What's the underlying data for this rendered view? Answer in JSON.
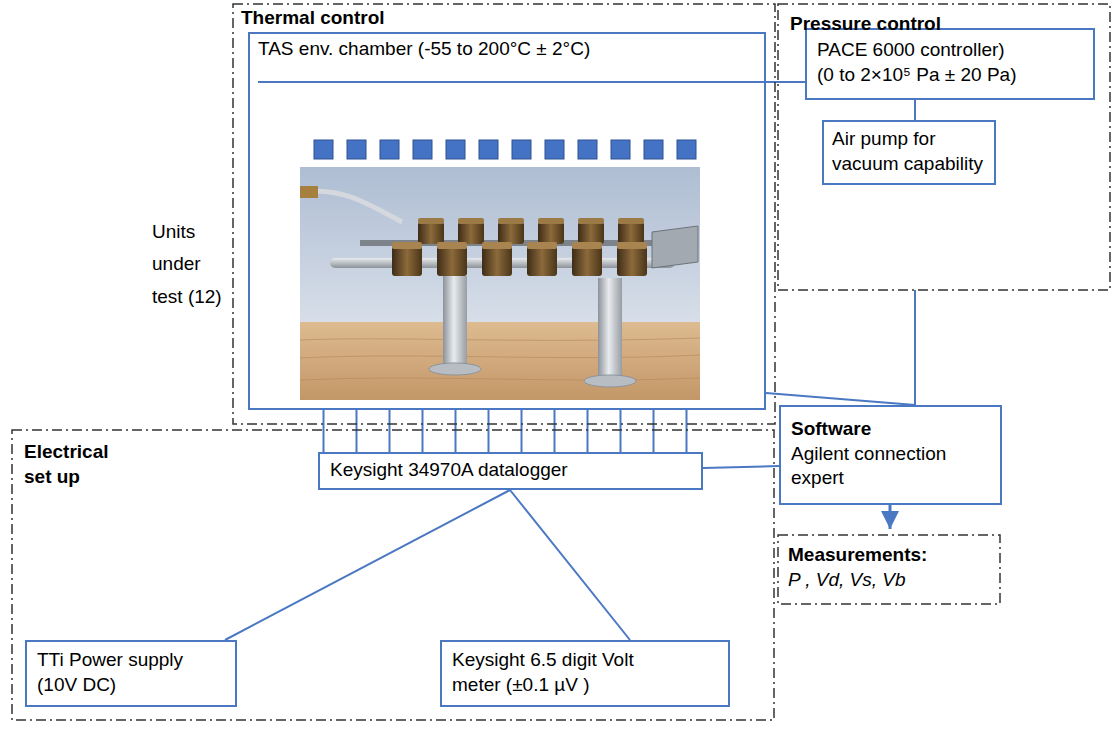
{
  "diagram": {
    "nodes": [
      {
        "text": [
          "Thermal control"
        ]
      },
      {
        "text": [
          "TAS env. chamber (-55 to 200°C ± 2°C)"
        ],
        "in": 0
      },
      {
        "text": [
          "Pressure control"
        ]
      },
      {
        "text": [
          "PACE 6000 controller) (0 to 2×10⁵ Pa ± 20 Pa)"
        ],
        "in": 2
      },
      {
        "text": [
          "Air pump for vacuum capability"
        ],
        "in": 2
      },
      {
        "text": [
          "Electrical set up"
        ]
      },
      {
        "text": [
          "Keysight 34970A datalogger"
        ],
        "in": 5
      },
      {
        "text": [
          "Software",
          "Agilent connection expert"
        ]
      },
      {
        "text": [
          "TTi Power supply (10V DC)"
        ],
        "in": 5
      },
      {
        "text": [
          "Keysight 6.5 digit Volt meter (±0.1 µV )"
        ],
        "in": 5
      },
      {
        "text": [
          "Measurements:",
          "P , Vd, Vs, Vb"
        ]
      }
    ],
    "edges": [
      {
        "from": 1,
        "to": 3,
        "arrow": "none"
      },
      {
        "from": 3,
        "to": 4,
        "arrow": "none"
      },
      {
        "from": 2,
        "to": 7,
        "arrow": "none"
      },
      {
        "from": 1,
        "to": 7,
        "arrow": "none"
      },
      {
        "from": 1,
        "to": 6,
        "arrow": "none"
      },
      {
        "from": 1,
        "to": 6,
        "arrow": "none"
      },
      {
        "from": 1,
        "to": 6,
        "arrow": "none"
      },
      {
        "from": 1,
        "to": 6,
        "arrow": "none"
      },
      {
        "from": 1,
        "to": 6,
        "arrow": "none"
      },
      {
        "from": 1,
        "to": 6,
        "arrow": "none"
      },
      {
        "from": 1,
        "to": 6,
        "arrow": "none"
      },
      {
        "from": 1,
        "to": 6,
        "arrow": "none"
      },
      {
        "from": 1,
        "to": 6,
        "arrow": "none"
      },
      {
        "from": 1,
        "to": 6,
        "arrow": "none"
      },
      {
        "from": 1,
        "to": 6,
        "arrow": "none"
      },
      {
        "from": 1,
        "to": 6,
        "arrow": "none"
      },
      {
        "from": 6,
        "to": 7,
        "arrow": "none"
      },
      {
        "from": 6,
        "to": 8,
        "arrow": "none"
      },
      {
        "from": 6,
        "to": 9,
        "arrow": "none"
      },
      {
        "from": 7,
        "to": 10,
        "arrow": "to"
      }
    ],
    "labels": [
      "Units under test (12)"
    ]
  }
}
